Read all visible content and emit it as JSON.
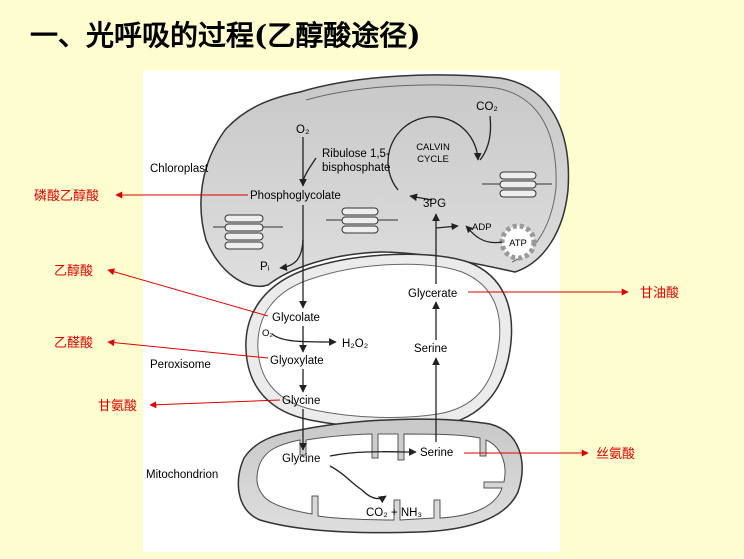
{
  "title": "一、光呼吸的过程(乙醇酸途径)",
  "compartments": {
    "chloroplast": "Chloroplast",
    "peroxisome": "Peroxisome",
    "mitochondrion": "Mitochondrion"
  },
  "calvin": {
    "line1": "CALVIN",
    "line2": "CYCLE"
  },
  "molecules": {
    "co2_top": "CO₂",
    "o2_top": "O₂",
    "rubp_line1": "Ribulose 1,5-",
    "rubp_line2": "bisphosphate",
    "phosphoglycolate": "Phosphoglycolate",
    "pg3": "3PG",
    "adp": "ADP",
    "atp": "ATP",
    "pi": "Pᵢ",
    "glycerate": "Glycerate",
    "glycolate": "Glycolate",
    "o2_perox": "O₂",
    "h2o2": "H₂O₂",
    "glyoxylate": "Glyoxylate",
    "serine_perox": "Serine",
    "glycine_perox": "Glycine",
    "glycine_mito": "Glycine",
    "serine_mito": "Serine",
    "co2_nh3": "CO₂  +  NH₃"
  },
  "annotations": {
    "phosphoglycolic": "磷酸乙醇酸",
    "glycolic": "乙醇酸",
    "glyoxylic": "乙醛酸",
    "glycine": "甘氨酸",
    "glyceric": "甘油酸",
    "serine": "丝氨酸"
  },
  "colors": {
    "background": "#fdfdcf",
    "annotation": "#e00000",
    "organelle_fill": "#d6d6d6"
  }
}
